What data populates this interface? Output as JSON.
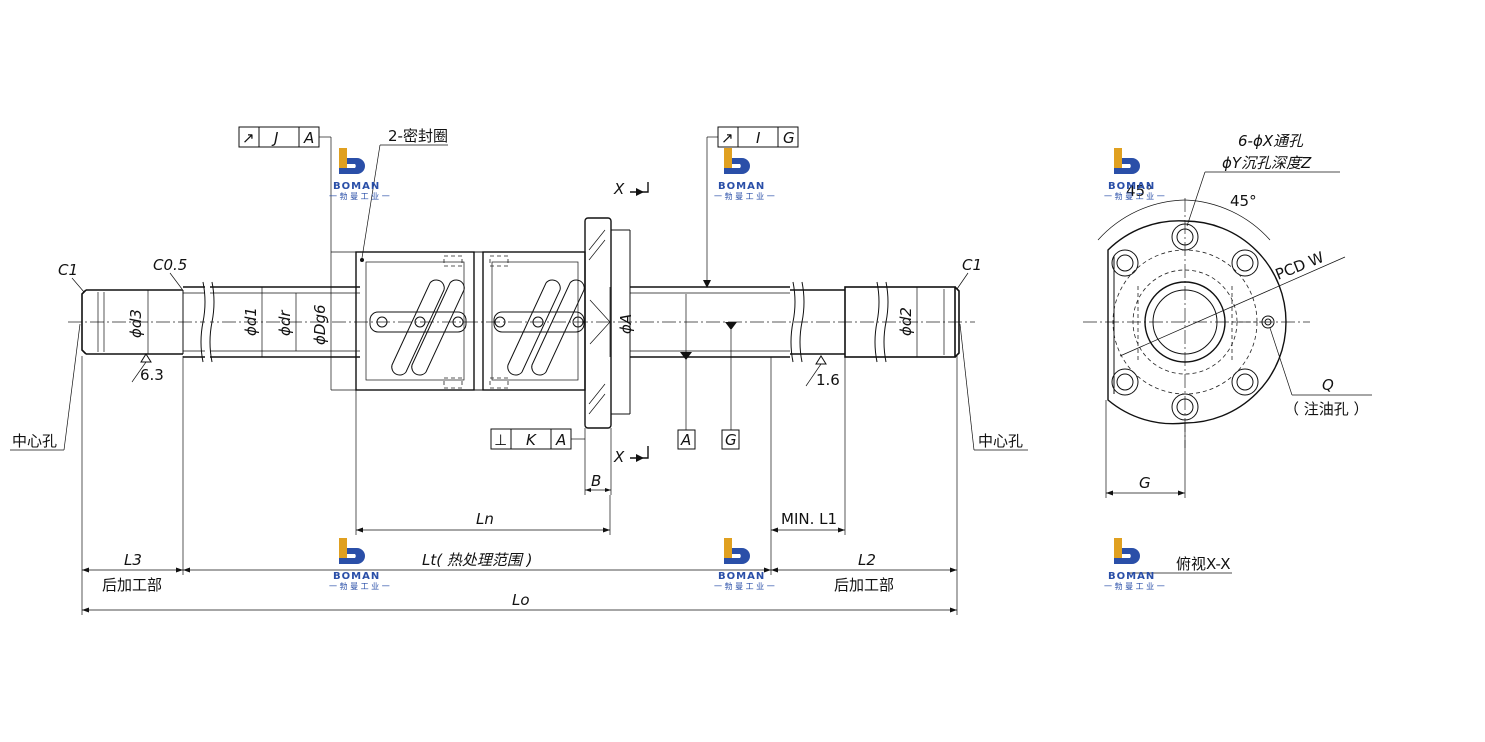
{
  "labels": {
    "c1_left": "C1",
    "c05": "C0.5",
    "c1_right": "C1",
    "seal": "2-密封圈",
    "center_hole_left": "中心孔",
    "center_hole_right": "中心孔",
    "rough_63": "6.3",
    "rough_16": "1.6",
    "d3": "ϕd3",
    "d1": "ϕd1",
    "dr": "ϕdr",
    "dg6": "ϕDg6",
    "phiA": "ϕA",
    "d2": "ϕd2",
    "x_top": "X",
    "x_bottom": "X",
    "datum_A": "A",
    "datum_G": "G",
    "dim_B": "B",
    "dim_Ln": "Ln",
    "dim_minL1": "MIN. L1",
    "dim_L3": "L3",
    "dim_Lt": "Lt( 热处理范围 )",
    "dim_L2": "L2",
    "dim_Lo": "Lo",
    "rear_left": "后加工部",
    "rear_right": "后加工部"
  },
  "tolerances": {
    "left": {
      "symbol": "↗",
      "value": "J",
      "datum": "A"
    },
    "right": {
      "symbol": "↗",
      "value": "I",
      "datum": "G"
    },
    "perp": {
      "symbol": "⊥",
      "value": "K",
      "datum": "A"
    }
  },
  "side_view": {
    "holes": "6-ϕX通孔",
    "counterbore": "ϕY沉孔深度Z",
    "angle_left": "45°",
    "angle_right": "45°",
    "pcd": "PCD W",
    "oil_q": "Q",
    "oil_text": "（ 注油孔 ）",
    "dim_G": "G",
    "view_title": "俯视X-X"
  },
  "watermark": {
    "brand": "BOMAN",
    "cn": "一 勃 曼 工 业 一"
  }
}
